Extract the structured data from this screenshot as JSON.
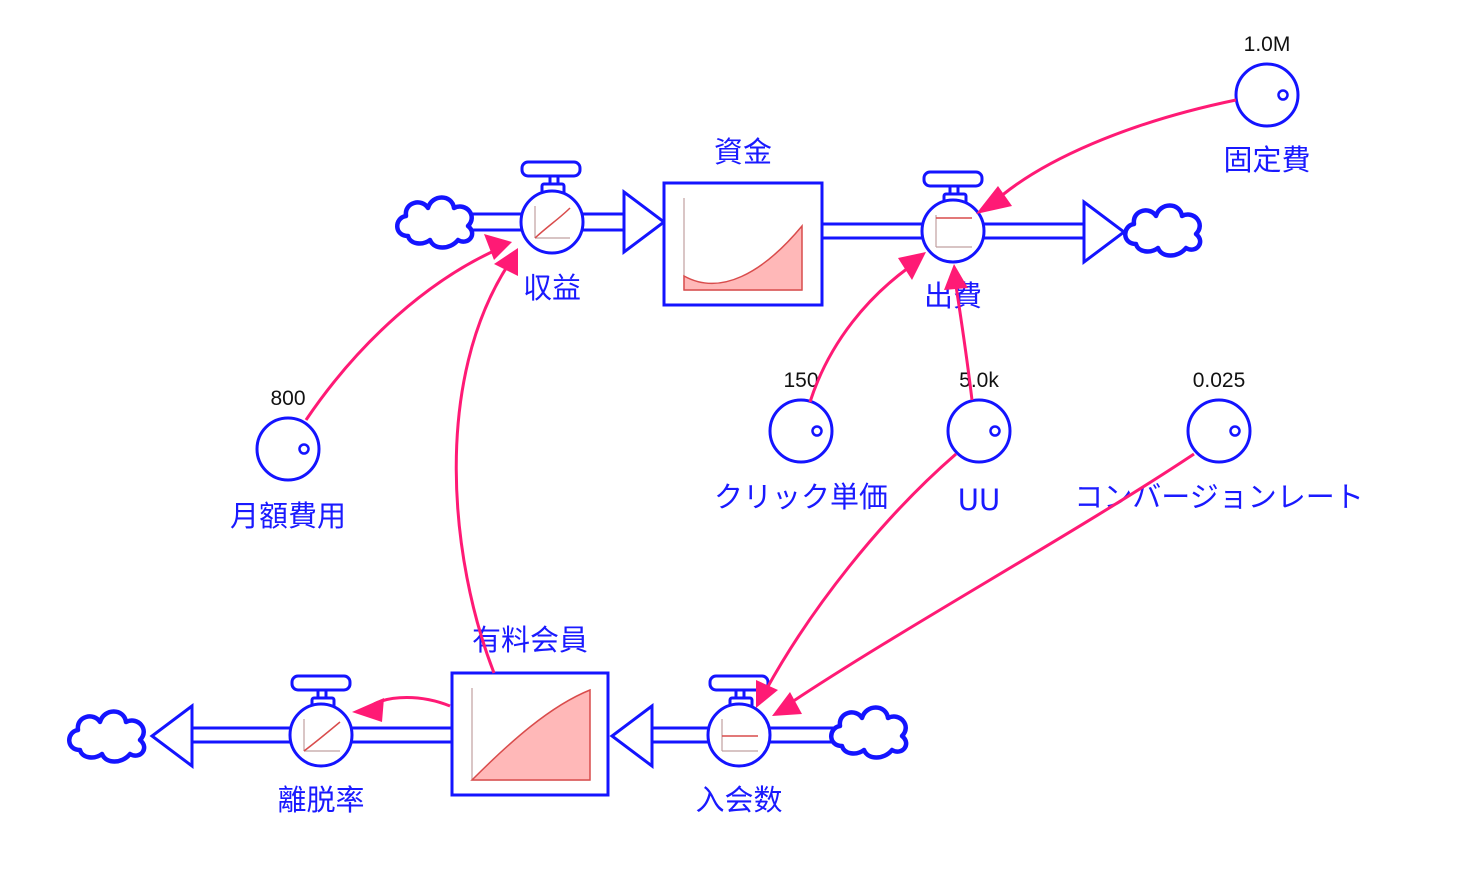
{
  "stocks": {
    "funds": {
      "label": "資金"
    },
    "paid_members": {
      "label": "有料会員"
    }
  },
  "flows": {
    "revenue": {
      "label": "収益"
    },
    "expense": {
      "label": "出費"
    },
    "churn": {
      "label": "離脱率"
    },
    "signups": {
      "label": "入会数"
    }
  },
  "converters": {
    "fixed_cost": {
      "label": "固定費",
      "value": "1.0M"
    },
    "monthly_fee": {
      "label": "月額費用",
      "value": "800"
    },
    "cost_per_click": {
      "label": "クリック単価",
      "value": "150"
    },
    "uu": {
      "label": "UU",
      "value": "5.0k"
    },
    "conversion_rate": {
      "label": "コンバージョンレート",
      "value": "0.025"
    }
  },
  "colors": {
    "structure": "#1414ff",
    "link": "#ff1a75",
    "graph_fill": "#ffb8b8"
  }
}
